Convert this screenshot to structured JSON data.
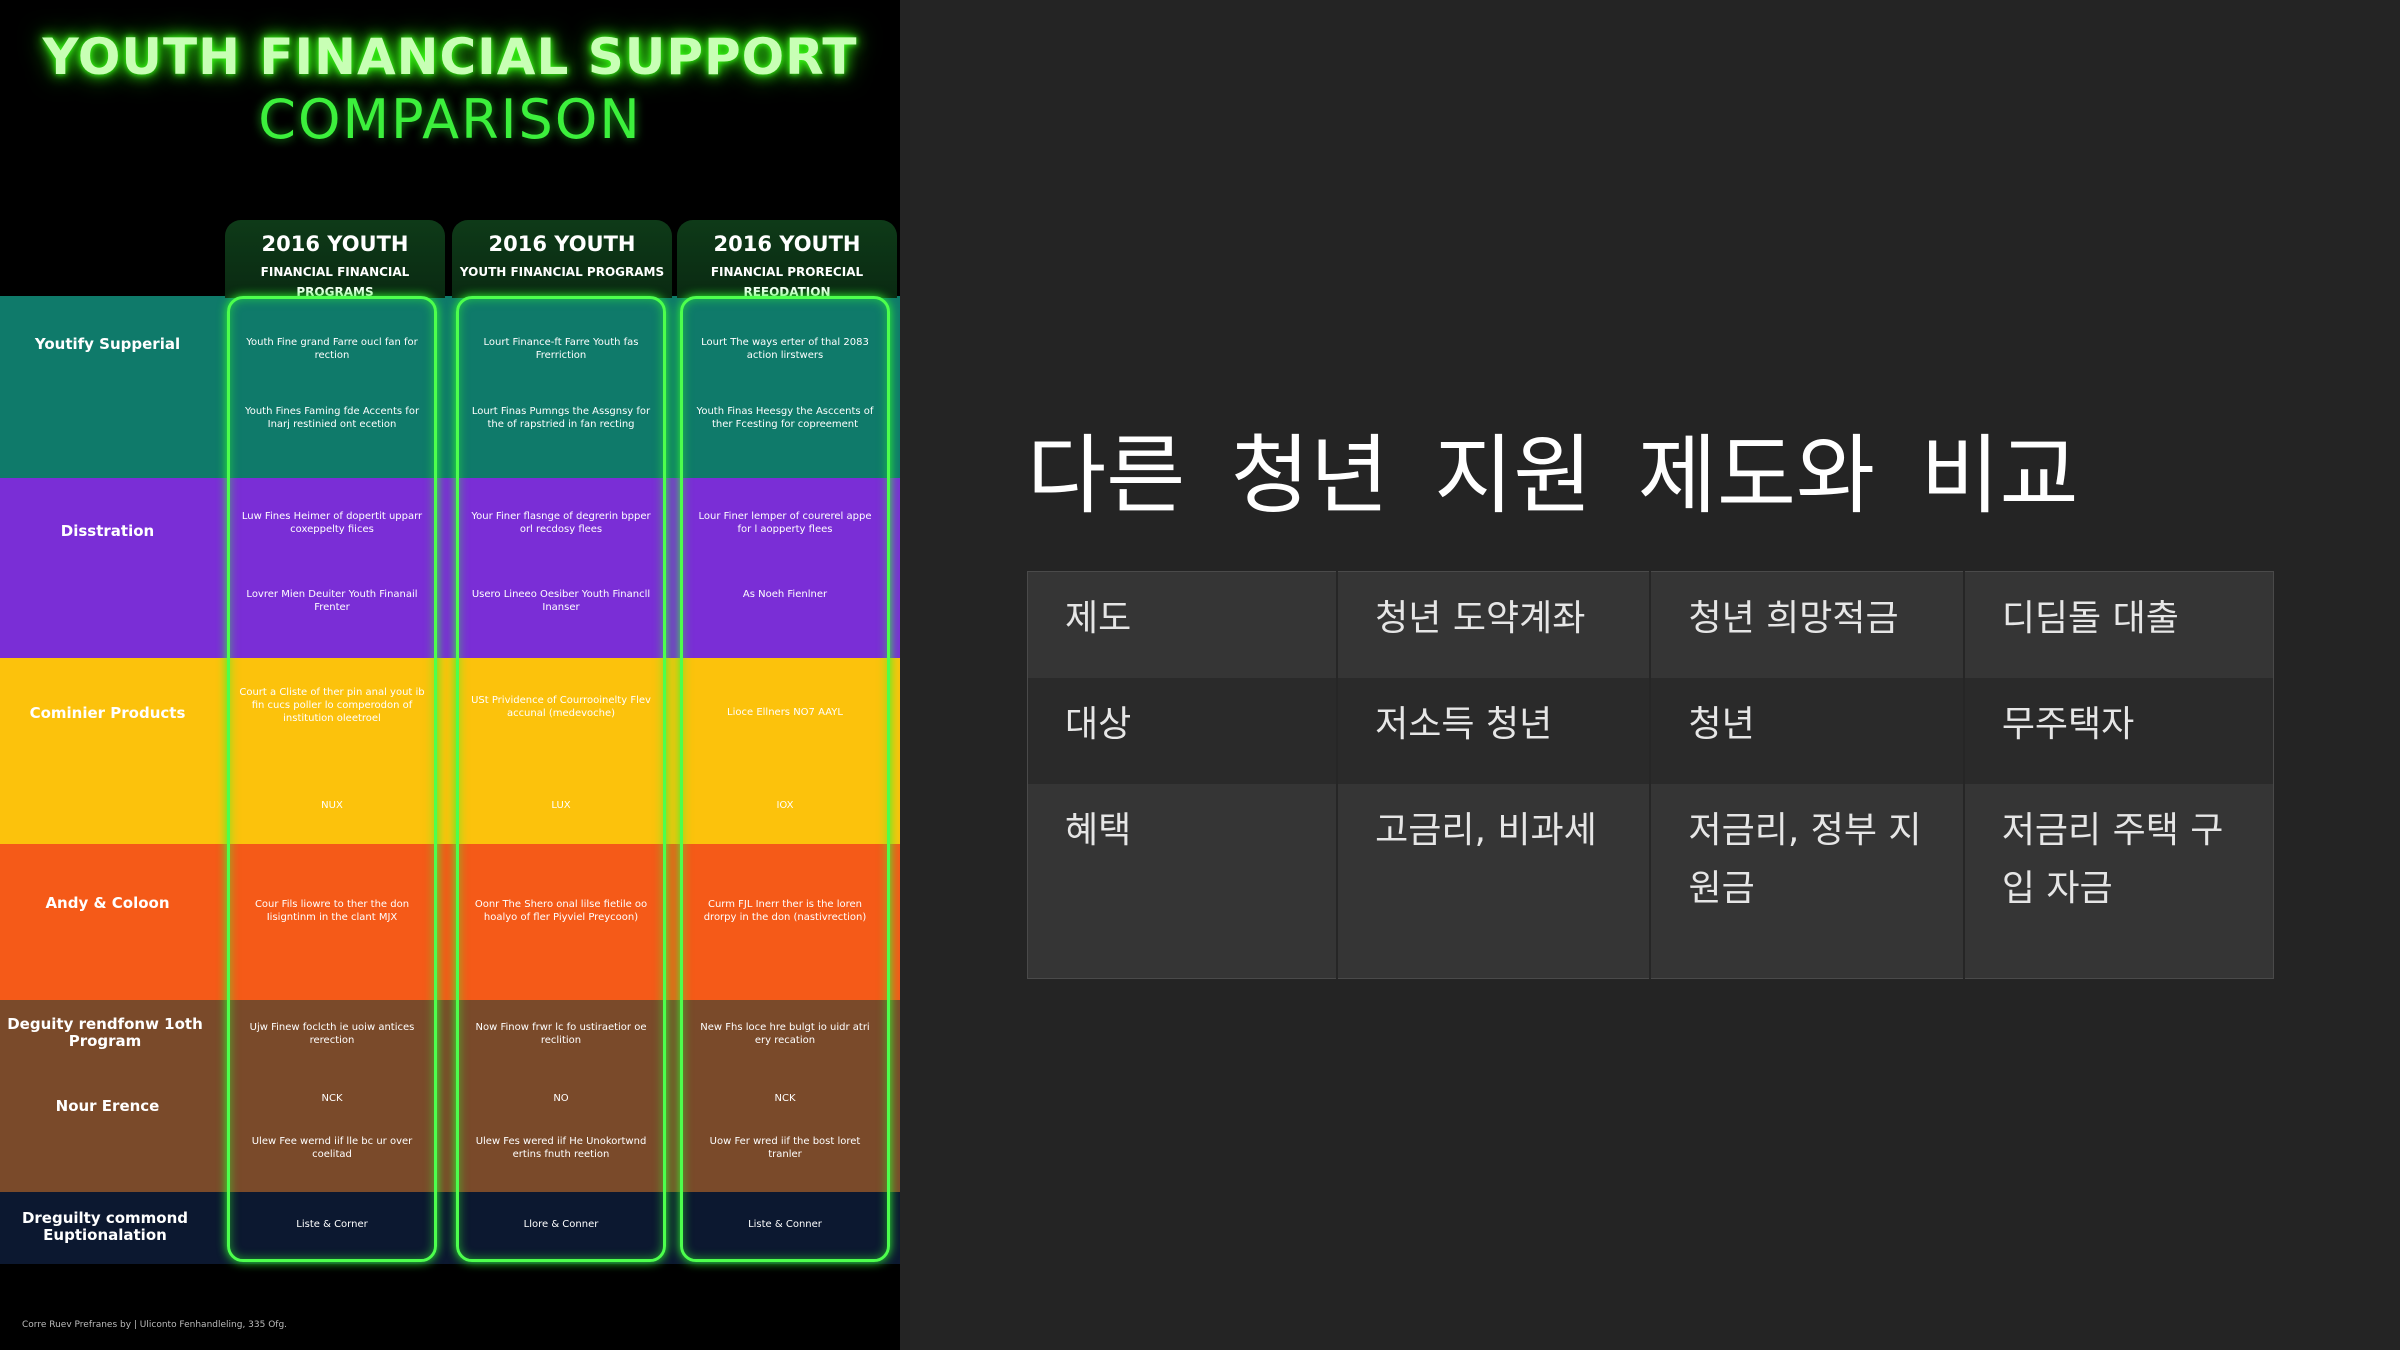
{
  "poster": {
    "title": "YOUTH FINANCIAL SUPPORT",
    "subtitle": "COMPARISON",
    "columns": [
      {
        "head": "2016 YOUTH",
        "sub": "FINANCIAL FINANCIAL PROGRAMS"
      },
      {
        "head": "2016 YOUTH",
        "sub": "YOUTH FINANCIAL PROGRAMS"
      },
      {
        "head": "2016 YOUTH",
        "sub": "FINANCIAL PRORECIAL REEODATION"
      }
    ],
    "rows": [
      {
        "label": "Youtify Supperial",
        "color": "#0f7a6a"
      },
      {
        "label": "Disstration",
        "color": "#7a2ed6"
      },
      {
        "label": "Cominier Products",
        "color": "#fcc20c"
      },
      {
        "label": "Andy & Coloon",
        "color": "#f55a18"
      },
      {
        "label": "Deguity rendfonw 1oth Program",
        "label2": "Nour Erence",
        "color": "#7a4a2a"
      },
      {
        "label": "Dreguilty commond Euptionalation",
        "color": "#0c1830"
      }
    ],
    "cells": [
      [
        "Youth Fine grand Farre oucl fan for rection",
        "Lourt Finance-ft Farre Youth fas Frerriction",
        "Lourt The ways erter of thal 2083 action lirstwers"
      ],
      [
        "Youth Fines Faming fde Accents for Inarj restinied ont ecetion",
        "Lourt Finas Pumngs the Assgnsy for the of rapstried in fan recting",
        "Youth Finas Heesgy the Asccents of ther Fcesting for copreement"
      ],
      [
        "Luw Fines Heimer of dopertit upparr coxeppelty fiices",
        "Your Finer flasnge of degrerin bpper orl recdosy flees",
        "Lour Finer lemper of courerel appe for l aopperty flees"
      ],
      [
        "Lovrer Mien Deuiter Youth Finanail Frenter",
        "Usero Lineeo Oesiber Youth Financll Inanser",
        "As Noeh Fienlner"
      ],
      [
        "Court a Cliste of ther pin anal yout ib fin cucs poller lo comperodon of institution oleetroel",
        "USt Prividence of Courrooinelty Flev accunal (medevoche)",
        "Lioce Ellners NO7 AAYL"
      ],
      [
        "NUX",
        "LUX",
        "IOX"
      ],
      [
        "Cour Fils liowre to ther the don Iisigntinm in the clant MJX",
        "Oonr The Shero onal lilse fietile oo hoalyo of fler Piyviel Preycoon)",
        "Curm FJL Inerr ther is the loren drorpy in the don (nastivrection)"
      ],
      [
        "Ujw Finew foclcth ie uoiw antices rerection",
        "Now Finow frwr lc fo ustiraetior oe reclition",
        "New Fhs loce hre bulgt io uidr atri ery recation"
      ],
      [
        "NCK",
        "NO",
        "NCK"
      ],
      [
        "Ulew Fee wernd iif lle bc ur over coelitad",
        "Ulew Fes wered iif He Unokortwnd ertins fnuth reetion",
        "Uow Fer wred iif the bost loret tranler"
      ],
      [
        "Liste & Corner",
        "Llore & Conner",
        "Liste & Conner"
      ]
    ],
    "credit": "Corre Ruev Prefranes by | Uliconto Fenhandleling, 335 Ofg."
  },
  "slide": {
    "title": "다른 청년 지원 제도와 비교",
    "table": [
      [
        "제도",
        "청년 도약계좌",
        "청년 희망적금",
        "디딤돌 대출"
      ],
      [
        "대상",
        "저소득 청년",
        "청년",
        "무주택자"
      ],
      [
        "혜택",
        "고금리, 비과세",
        "저금리, 정부 지원금",
        "저금리 주택 구입 자금"
      ]
    ]
  }
}
